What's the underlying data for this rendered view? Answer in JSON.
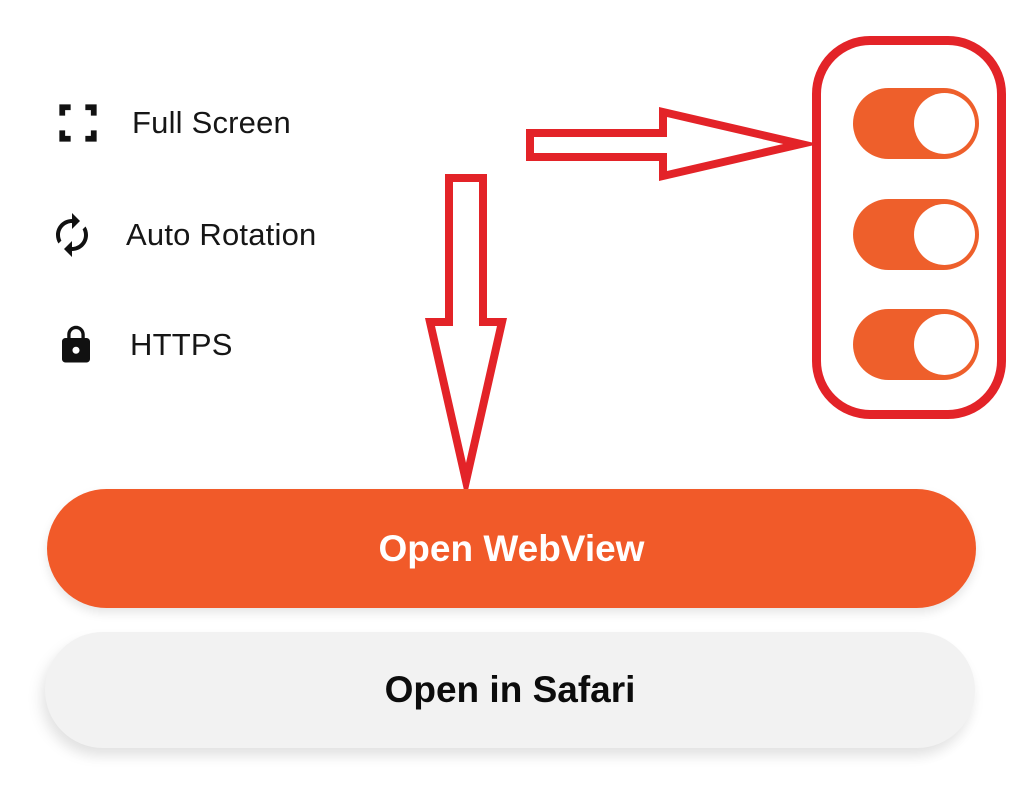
{
  "page": {
    "background": "#FFFFFF"
  },
  "colors": {
    "accent_orange": "#F15A29",
    "toggle_orange": "#EE5F2B",
    "annotation_red": "#E32328",
    "secondary_button_bg": "#F2F2F2",
    "label_text": "#161616",
    "primary_button_text": "#FFFFFF"
  },
  "settings": {
    "items": [
      {
        "label": "Full Screen",
        "icon": "fullscreen-icon",
        "toggle_state": "on"
      },
      {
        "label": "Auto Rotation",
        "icon": "auto-rotation-icon",
        "toggle_state": "on"
      },
      {
        "label": "HTTPS",
        "icon": "lock-icon",
        "toggle_state": "on"
      }
    ]
  },
  "buttons": {
    "primary_label": "Open WebView",
    "secondary_label": "Open in Safari"
  },
  "annotations": {
    "highlight_box_target": "toggles",
    "arrows": [
      {
        "name": "arrow-right",
        "target": "toggles"
      },
      {
        "name": "arrow-down",
        "target": "primary-button"
      }
    ]
  }
}
